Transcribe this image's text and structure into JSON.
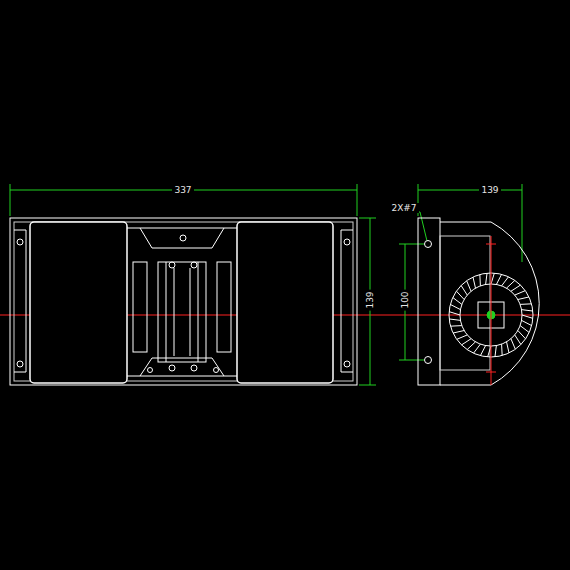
{
  "diagram": {
    "labels": [
      "337",
      "139",
      "139",
      "2X#7",
      "100"
    ]
  }
}
